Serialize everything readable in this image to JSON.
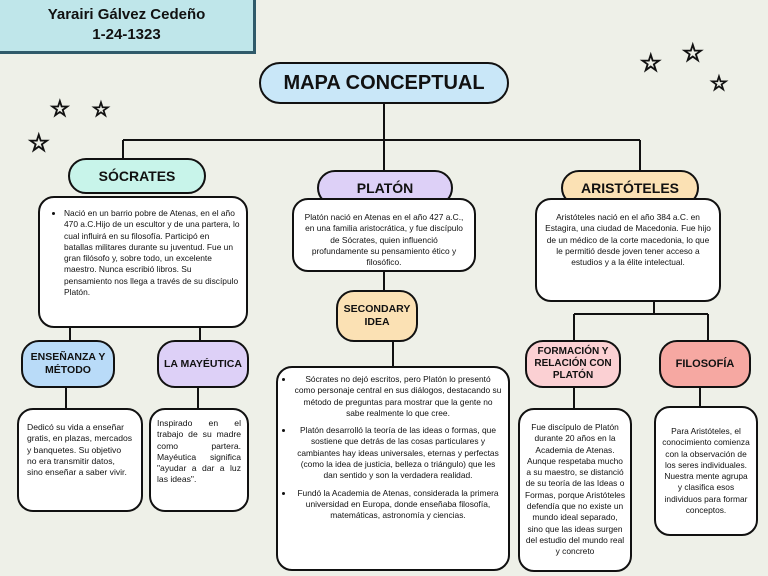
{
  "header": {
    "name": "Yarairi Gálvez Cedeño",
    "id": "1-24-1323"
  },
  "title": "MAPA CONCEPTUAL",
  "socrates": {
    "label": "SÓCRATES",
    "text": "Nació en un barrio pobre de Atenas, en el año 470 a.C.Hijo de un escultor y de una partera, lo cual influirá en su filosofía. Participó en batallas militares durante su juventud. Fue un gran filósofo y, sobre todo, un excelente maestro. Nunca escribió libros. Su pensamiento nos llega a través de su discípulo Platón."
  },
  "ensenanza": {
    "label": "ENSEÑANZA Y MÉTODO",
    "text": "Dedicó su vida a enseñar gratis, en plazas, mercados y banquetes. Su objetivo no era transmitir datos, sino enseñar a saber vivir."
  },
  "mayeutica": {
    "label": "LA MAYÉUTICA",
    "text": "Inspirado en el trabajo de su madre como partera. Mayéutica significa \"ayudar a dar a luz las ideas\"."
  },
  "platon": {
    "label": "PLATÓN",
    "text": "Platón nació en Atenas en el año 427 a.C., en una familia aristocrática, y fue discípulo de Sócrates, quien influenció profundamente su pensamiento ético y filosófico."
  },
  "secondary": {
    "label": "SECONDARY IDEA",
    "items": [
      "Sócrates no dejó escritos, pero Platón lo presentó como personaje central en sus diálogos, destacando su método de preguntas para mostrar que la gente no sabe realmente lo que cree.",
      "Platón desarrolló la teoría de las ideas o formas, que sostiene que detrás de las cosas particulares y cambiantes hay ideas universales, eternas y perfectas (como la idea de justicia, belleza o triángulo) que les dan sentido y son la verdadera realidad.",
      "Fundó la Academia de Atenas, considerada la primera universidad en Europa, donde enseñaba filosofía, matemáticas, astronomía y ciencias."
    ]
  },
  "aristoteles": {
    "label": "ARISTÓTELES",
    "text": "Aristóteles nació en el año 384 a.C. en Estagira, una ciudad de Macedonia. Fue hijo de un médico de la corte macedonia, lo que le permitió desde joven tener acceso a estudios y a la élite intelectual."
  },
  "formacion": {
    "label": "FORMACIÓN Y RELACIÓN CON PLATÓN",
    "text": "Fue discípulo de Platón durante 20 años en la Academia de Atenas. Aunque respetaba mucho a su maestro, se distanció de su teoría de las Ideas o Formas, porque Aristóteles defendía que no existe un mundo ideal separado, sino que las ideas surgen del estudio del mundo real y concreto"
  },
  "filosofia": {
    "label": "FILOSOFÍA",
    "text": "Para Aristóteles, el conocimiento comienza con la observación de los seres individuales. Nuestra mente agrupa y clasifica esos individuos para formar conceptos."
  }
}
